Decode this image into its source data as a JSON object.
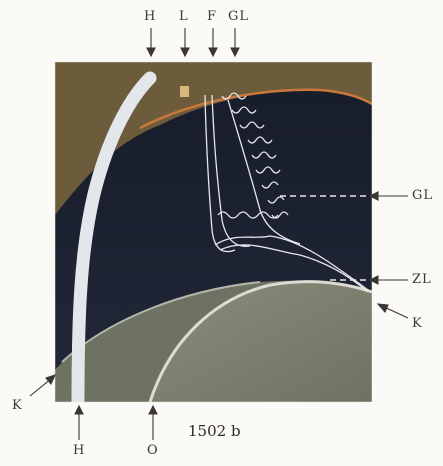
{
  "figure": {
    "number": "1502 b",
    "labels": {
      "top_h": "H",
      "top_l": "L",
      "top_f": "F",
      "top_gl": "GL",
      "right_gl": "GL",
      "right_zl": "ZL",
      "right_k": "K",
      "left_k": "K",
      "bottom_h": "H",
      "bottom_o": "O"
    }
  },
  "colors": {
    "background": "#fbfaf6",
    "brown_region": "#6d5c3b",
    "dark_region": "#1c2231",
    "gray_region": "#7f8270",
    "membrane": "#c9773a",
    "white_structure": "#e6e8ea"
  }
}
